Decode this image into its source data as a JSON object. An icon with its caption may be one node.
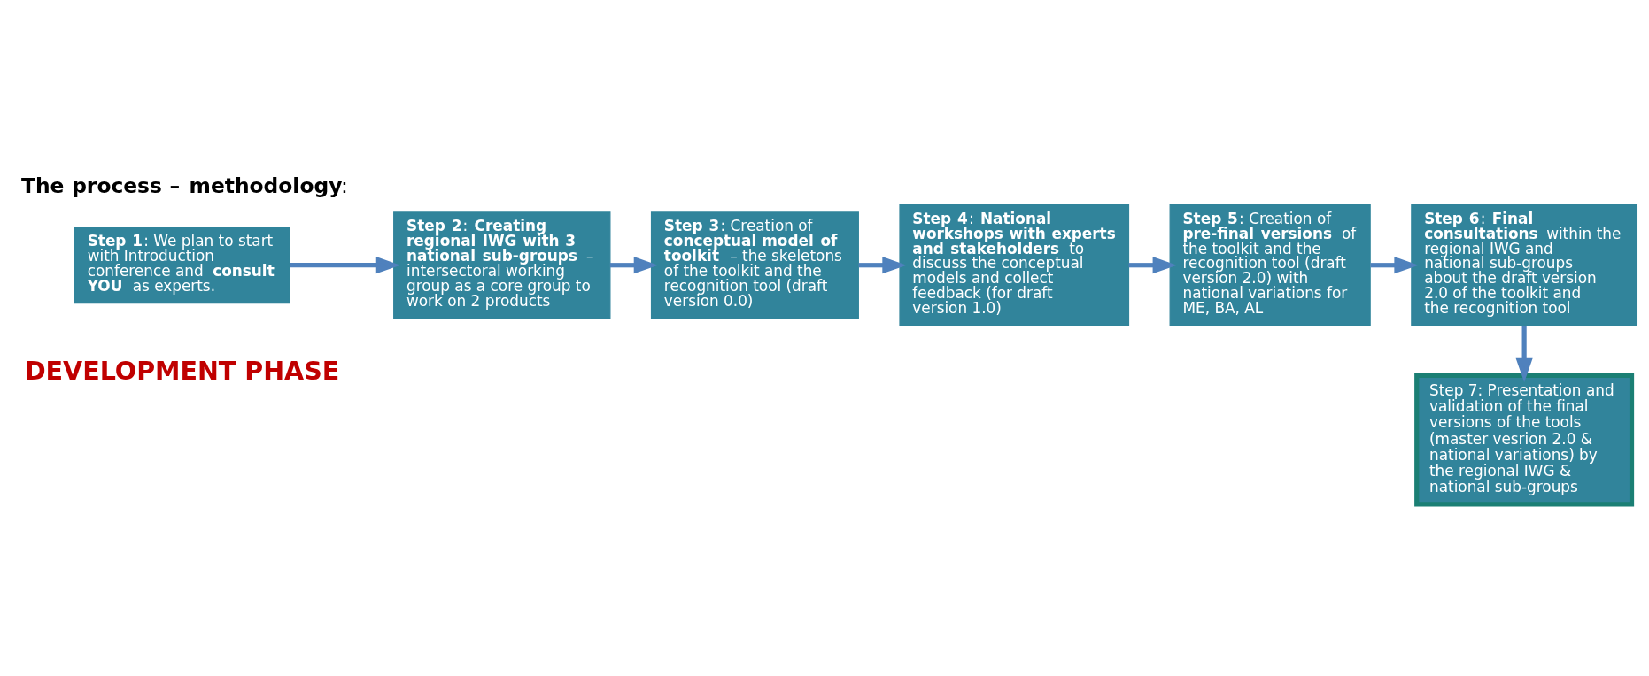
{
  "diagram": {
    "title": "**The process – methodology**:",
    "nodes": [
      {
        "text": [
          "**Step 1**: We plan to start with Introduction conference and **consult YOU** as experts."
        ]
      },
      {
        "text": [
          "**Step 2**: **Creating regional IWG with 3 national sub-groups** – intersectoral working group as a core group to work on 2 products"
        ]
      },
      {
        "text": [
          "**Step 3**: Creation of **conceptual model of toolkit** – the skeletons of the toolkit and the recognition tool (draft version 0.0)"
        ]
      },
      {
        "text": [
          "**Step 4**: **National workshops with experts and stakeholders** to discuss the conceptual models and collect feedback (for draft version 1.0)"
        ]
      },
      {
        "text": [
          "**Step 5**: Creation of **pre-final versions** of the toolkit and the recognition tool (draft version 2.0) with national variations for ME, BA, AL"
        ]
      },
      {
        "text": [
          "**Step 6**: **Final consultations** within the regional IWG and national sub-groups about the draft version 2.0 of the toolkit and the recognition tool"
        ]
      },
      {
        "text": [
          "Step 7: Presentation and validation of the final versions of the tools (master vesrion 2.0 & national variations) by the regional IWG & national sub-groups"
        ]
      }
    ],
    "edges": [
      {
        "from": 0,
        "to": 1,
        "arrow": "to"
      },
      {
        "from": 1,
        "to": 2,
        "arrow": "to"
      },
      {
        "from": 2,
        "to": 3,
        "arrow": "to"
      },
      {
        "from": 3,
        "to": 4,
        "arrow": "to"
      },
      {
        "from": 4,
        "to": 5,
        "arrow": "to"
      },
      {
        "from": 5,
        "to": 6,
        "arrow": "to"
      }
    ],
    "labels": [
      "DEVELOPMENT PHASE"
    ]
  }
}
